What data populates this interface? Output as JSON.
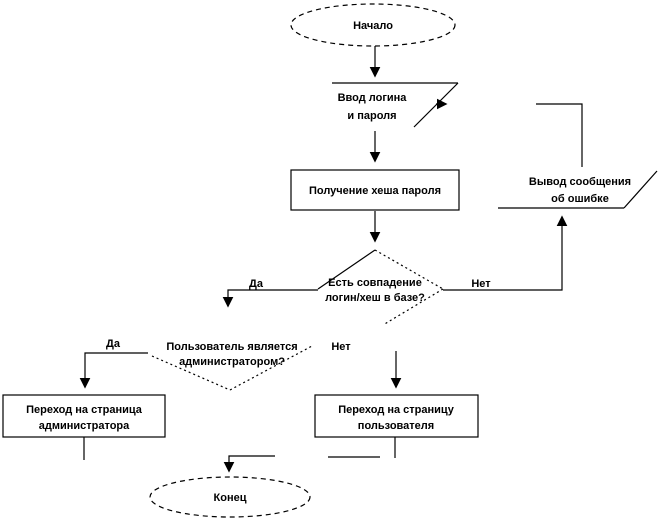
{
  "diagram": {
    "background": "#ffffff",
    "line_color": "#000000",
    "text_color": "#000000",
    "nodes": {
      "start": {
        "type": "terminator",
        "label": "Начало"
      },
      "input_credentials": {
        "type": "manual-input",
        "line1": "Ввод логина",
        "line2": "и пароля"
      },
      "get_hash": {
        "type": "process",
        "label": "Получение хеша пароля"
      },
      "error_message": {
        "type": "display",
        "line1": "Вывод сообщения",
        "line2": "об ошибке"
      },
      "match_decision": {
        "type": "decision",
        "line1": "Есть совпадение",
        "line2": "логин/хеш в базе?"
      },
      "admin_decision": {
        "type": "decision",
        "line1": "Пользователь является",
        "line2": "администратором?"
      },
      "admin_page": {
        "type": "process",
        "line1": "Переход на страница",
        "line2": "администратора"
      },
      "user_page": {
        "type": "process",
        "line1": "Переход на страницу",
        "line2": "пользователя"
      },
      "end": {
        "type": "terminator",
        "label": "Конец"
      }
    },
    "edge_labels": {
      "match_yes": "Да",
      "match_no": "Нет",
      "admin_yes": "Да",
      "admin_no": "Нет"
    }
  }
}
